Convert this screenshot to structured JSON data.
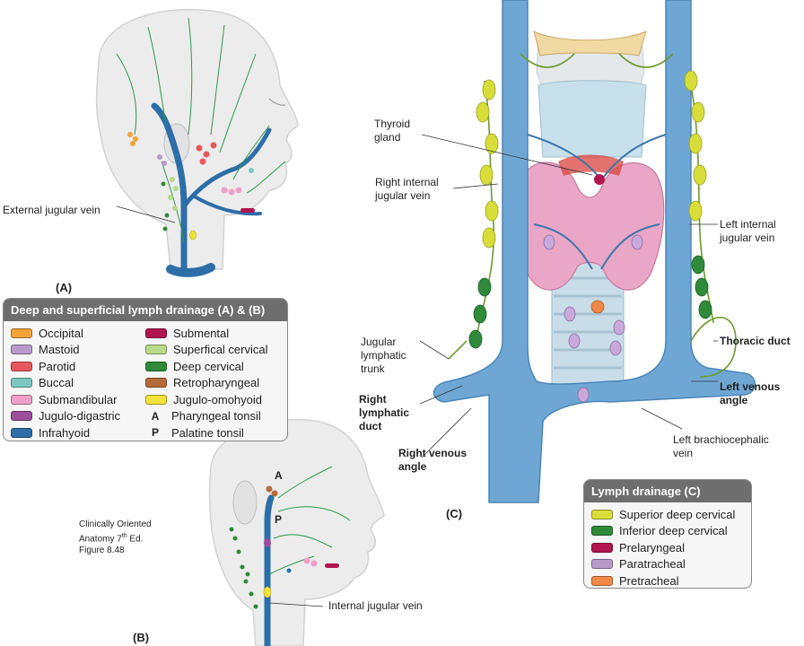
{
  "panel_letters": {
    "a": "(A)",
    "b": "(B)",
    "c": "(C)"
  },
  "labels": {
    "external_jugular_vein": "External jugular vein",
    "internal_jugular_vein": "Internal jugular vein",
    "thyroid_gland_l1": "Thyroid",
    "thyroid_gland_l2": "gland",
    "right_internal_jugular_l1": "Right internal",
    "right_internal_jugular_l2": "jugular vein",
    "left_internal_jugular_l1": "Left internal",
    "left_internal_jugular_l2": "jugular vein",
    "jugular_lymphatic_trunk_l1": "Jugular",
    "jugular_lymphatic_trunk_l2": "lymphatic",
    "jugular_lymphatic_trunk_l3": "trunk",
    "thoracic_duct": "Thoracic duct",
    "right_lymphatic_duct_l1": "Right",
    "right_lymphatic_duct_l2": "lymphatic",
    "right_lymphatic_duct_l3": "duct",
    "left_venous_angle_l1": "Left venous",
    "left_venous_angle_l2": "angle",
    "right_venous_angle_l1": "Right venous",
    "right_venous_angle_l2": "angle",
    "left_brachiocephalic_l1": "Left  brachiocephalic",
    "left_brachiocephalic_l2": "vein",
    "marker_a": "A",
    "marker_p": "P"
  },
  "citation": {
    "line1": "Clinically Oriented",
    "line2_pre": "Anatomy  7",
    "line2_sup": "th",
    "line2_post": " Ed.",
    "line3": "Figure 8.48"
  },
  "legend_ab": {
    "title": "Deep and superficial lymph drainage (A) & (B)",
    "left": [
      {
        "label": "Occipital",
        "color": "#f2a33a"
      },
      {
        "label": "Mastoid",
        "color": "#b99ac9"
      },
      {
        "label": "Parotid",
        "color": "#e8575b"
      },
      {
        "label": "Buccal",
        "color": "#7cc7c2"
      },
      {
        "label": "Submandibular",
        "color": "#f0a0c8"
      },
      {
        "label": "Jugulo-digastric",
        "color": "#9a4d9b"
      },
      {
        "label": "Infrahyoid",
        "color": "#2d6ea8"
      }
    ],
    "right": [
      {
        "label": "Submental",
        "color": "#b0154f"
      },
      {
        "label": "Superfical cervical",
        "color": "#b9d98a"
      },
      {
        "label": "Deep cervical",
        "color": "#2f8a3a"
      },
      {
        "label": "Retropharyngeal",
        "color": "#b56b3a"
      },
      {
        "label": "Jugulo-omohyoid",
        "color": "#f2e33a"
      },
      {
        "letter": "A",
        "label": "Pharyngeal tonsil"
      },
      {
        "letter": "P",
        "label": "Palatine tonsil"
      }
    ]
  },
  "legend_c": {
    "title": "Lymph drainage (C)",
    "items": [
      {
        "label": "Superior deep cervical",
        "color": "#d8dd3a"
      },
      {
        "label": "Inferior deep cervical",
        "color": "#2f8a3a"
      },
      {
        "label": "Prelaryngeal",
        "color": "#b0154f"
      },
      {
        "label": "Paratracheal",
        "color": "#b99ac9"
      },
      {
        "label": "Pretracheal",
        "color": "#f08a4b"
      }
    ]
  }
}
